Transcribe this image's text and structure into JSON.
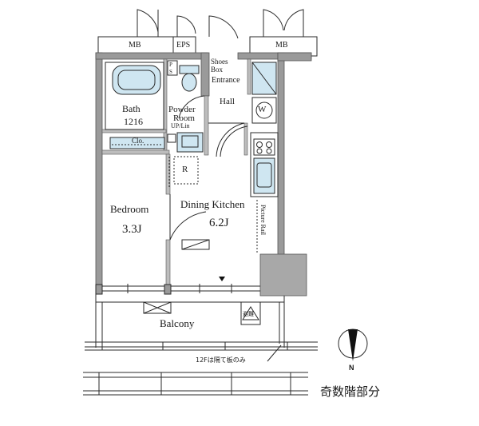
{
  "rooms": {
    "mb_left": "MB",
    "eps": "EPS",
    "mb_right": "MB",
    "ps": "P\nS",
    "shoes_box": "Shoes\nBox",
    "entrance": "Entrance",
    "hall": "Hall",
    "washer": "W",
    "bath_name": "Bath",
    "bath_size": "1216",
    "powder_name": "Powder",
    "powder_room": "Room",
    "powder_sub": "UP/Lin",
    "closet": "Clo.",
    "refrigerator": "R",
    "bedroom_name": "Bedroom",
    "bedroom_size": "3.3J",
    "dining_name": "Dining Kitchen",
    "dining_size": "6.2J",
    "picture_rail": "Picture Rail",
    "balcony": "Balcony",
    "hatch": "避難",
    "partition_note": "12Fは隔て板のみ",
    "compass_n": "N",
    "floor_note": "奇数階部分"
  },
  "colors": {
    "wall": "#9a9a9a",
    "wall_dark": "#6f6f6f",
    "column": "#a8a8a8",
    "fixture_blue": "#cfe6f1",
    "line": "#2a2a2a"
  }
}
